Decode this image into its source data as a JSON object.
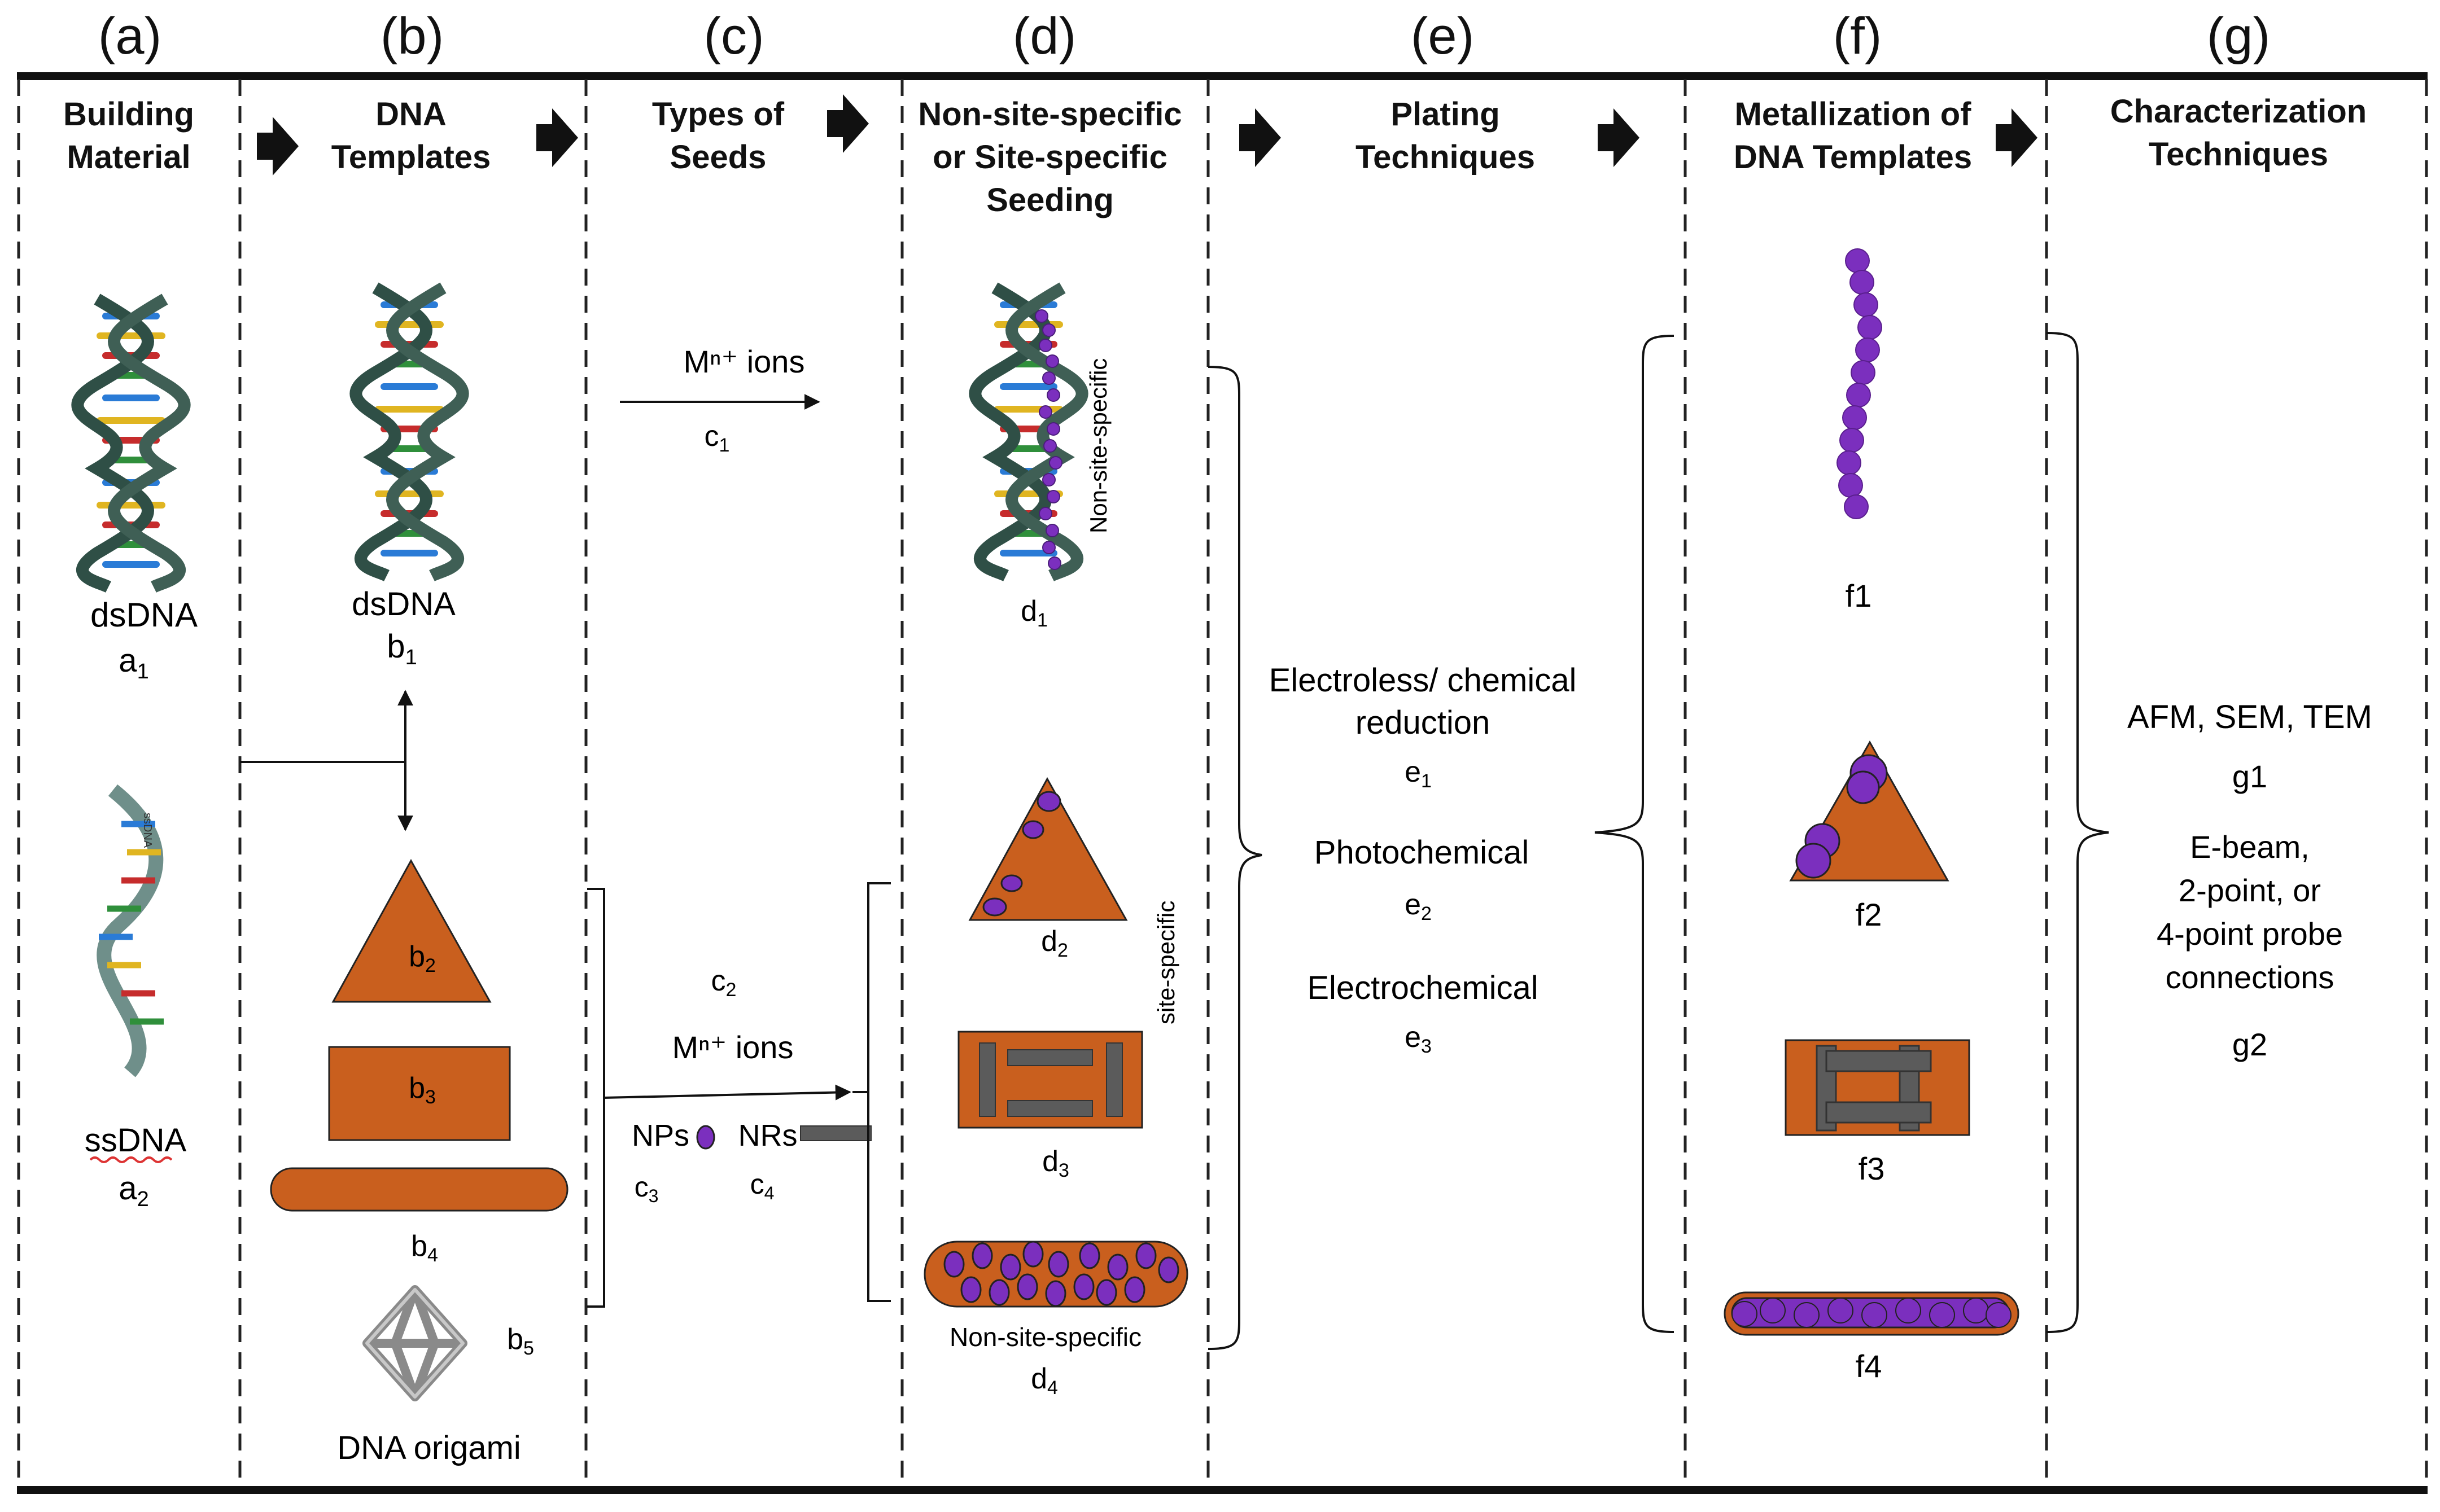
{
  "panels": {
    "a": {
      "letter": "(a)",
      "title": [
        "Building",
        "Material"
      ]
    },
    "b": {
      "letter": "(b)",
      "title": [
        "DNA",
        "Templates"
      ]
    },
    "c": {
      "letter": "(c)",
      "title": [
        "Types of",
        "Seeds"
      ]
    },
    "d": {
      "letter": "(d)",
      "title": [
        "Non-site-specific",
        "or Site-specific",
        "Seeding"
      ]
    },
    "e": {
      "letter": "(e)",
      "title": [
        "Plating",
        "Techniques"
      ]
    },
    "f": {
      "letter": "(f)",
      "title": [
        "Metallization of",
        "DNA Templates"
      ]
    },
    "g": {
      "letter": "(g)",
      "title": [
        "Characterization",
        "Techniques"
      ]
    }
  },
  "building_material": {
    "ds_label": "dsDNA",
    "ds_sub_base": "a",
    "ds_sub": "1",
    "ss_label": "ssDNA",
    "ss_sub_base": "a",
    "ss_sub": "2",
    "ss_strand_text": "ssDNA"
  },
  "templates": {
    "ds_label": "dsDNA",
    "b1": {
      "base": "b",
      "sub": "1"
    },
    "b2": {
      "base": "b",
      "sub": "2"
    },
    "b3": {
      "base": "b",
      "sub": "3"
    },
    "b4": {
      "base": "b",
      "sub": "4"
    },
    "b5": {
      "base": "b",
      "sub": "5"
    },
    "origami_label": "DNA origami"
  },
  "seeds": {
    "ions_top": "Mⁿ⁺ ions",
    "c1": {
      "base": "c",
      "sub": "1"
    },
    "c2": {
      "base": "c",
      "sub": "2"
    },
    "ions_mid": "Mⁿ⁺ ions",
    "nps": "NPs",
    "nrs": "NRs",
    "c3": {
      "base": "c",
      "sub": "3"
    },
    "c4": {
      "base": "c",
      "sub": "4"
    }
  },
  "seeding": {
    "non_site_specific_vertical": "Non-site-specific",
    "site_specific_vertical": "site-specific",
    "non_site_specific_bottom": "Non-site-specific",
    "d1": {
      "base": "d",
      "sub": "1"
    },
    "d2": {
      "base": "d",
      "sub": "2"
    },
    "d3": {
      "base": "d",
      "sub": "3"
    },
    "d4": {
      "base": "d",
      "sub": "4"
    }
  },
  "plating": {
    "electroless_l1": "Electroless/ chemical",
    "electroless_l2": "reduction",
    "e1": {
      "base": "e",
      "sub": "1"
    },
    "photochemical": "Photochemical",
    "e2": {
      "base": "e",
      "sub": "2"
    },
    "electrochemical": "Electrochemical",
    "e3": {
      "base": "e",
      "sub": "3"
    }
  },
  "metallization": {
    "f1": "f1",
    "f2": "f2",
    "f3": "f3",
    "f4": "f4"
  },
  "characterization": {
    "afm": "AFM, SEM, TEM",
    "g1": "g1",
    "ebeam_l1": "E-beam,",
    "ebeam_l2": "2-point, or",
    "ebeam_l3": "4-point probe",
    "ebeam_l4": "connections",
    "g2": "g2"
  },
  "colors": {
    "orange": "#C95F1E",
    "purple": "#7B2FBE",
    "gray": "#5b5b5b",
    "dna_backbone": "#2f4f46"
  }
}
